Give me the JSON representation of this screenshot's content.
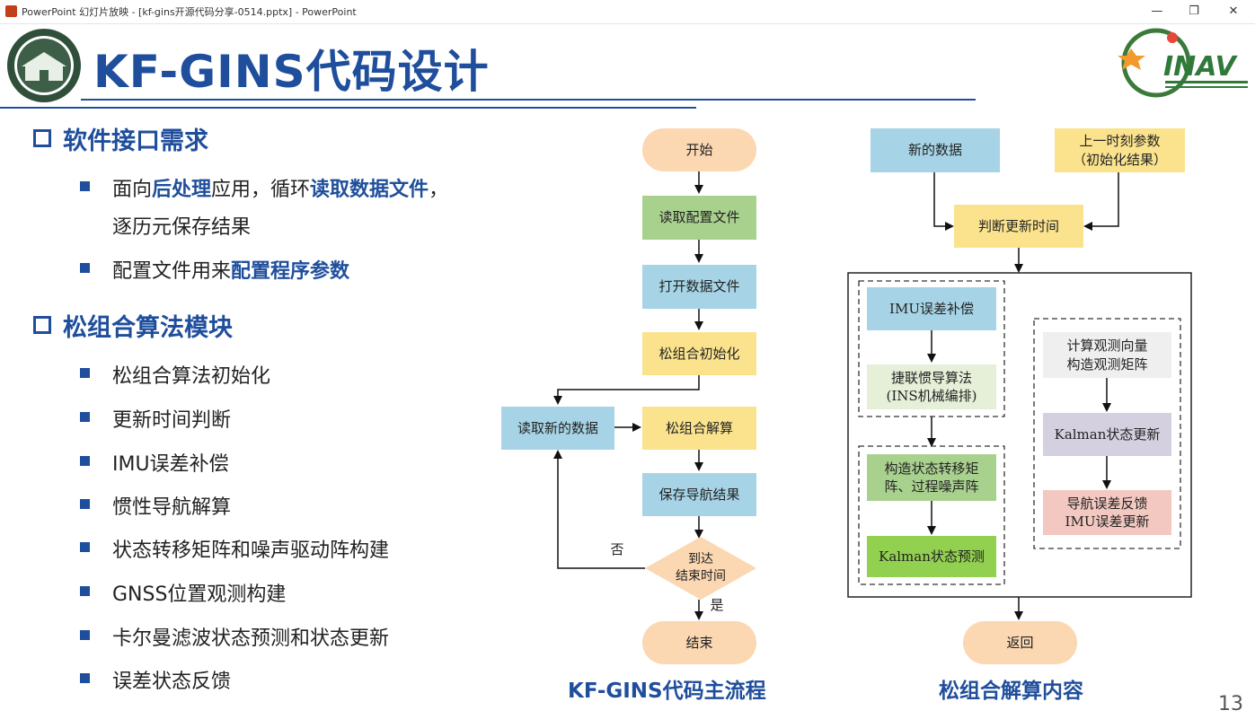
{
  "window": {
    "title": "PowerPoint 幻灯片放映 - [kf-gins开源代码分享-0514.pptx] - PowerPoint",
    "minimize_icon": "minimize-icon",
    "restore_icon": "restore-icon",
    "close_icon": "close-icon"
  },
  "slide": {
    "title": "KF-GINS代码设计",
    "page_number": "13",
    "sections": [
      {
        "heading": "软件接口需求",
        "bullets": [
          {
            "parts": [
              {
                "t": "面向",
                "hl": false
              },
              {
                "t": "后处理",
                "hl": true
              },
              {
                "t": "应用，循环",
                "hl": false
              },
              {
                "t": "读取数据文件",
                "hl": true
              },
              {
                "t": "，",
                "hl": false
              }
            ],
            "line2": "逐历元保存结果"
          },
          {
            "parts": [
              {
                "t": "配置文件用来",
                "hl": false
              },
              {
                "t": "配置程序参数",
                "hl": true
              }
            ]
          }
        ]
      },
      {
        "heading": "松组合算法模块",
        "bullets": [
          {
            "parts": [
              {
                "t": "松组合算法初始化",
                "hl": false
              }
            ]
          },
          {
            "parts": [
              {
                "t": "更新时间判断",
                "hl": false
              }
            ]
          },
          {
            "parts": [
              {
                "t": "IMU误差补偿",
                "hl": false
              }
            ]
          },
          {
            "parts": [
              {
                "t": "惯性导航解算",
                "hl": false
              }
            ]
          },
          {
            "parts": [
              {
                "t": "状态转移矩阵和噪声驱动阵构建",
                "hl": false
              }
            ]
          },
          {
            "parts": [
              {
                "t": "GNSS位置观测构建",
                "hl": false
              }
            ]
          },
          {
            "parts": [
              {
                "t": "卡尔曼滤波状态预测和状态更新",
                "hl": false
              }
            ]
          },
          {
            "parts": [
              {
                "t": "误差状态反馈",
                "hl": false
              }
            ]
          }
        ]
      }
    ],
    "main_flow": {
      "caption": "KF-GINS代码主流程",
      "start": "开始",
      "read_config": "读取配置文件",
      "open_data": "打开数据文件",
      "init": "松组合初始化",
      "read_new": "读取新的数据",
      "solve": "松组合解算",
      "save": "保存导航结果",
      "decision_l1": "到达",
      "decision_l2": "结束时间",
      "no": "否",
      "yes": "是",
      "end": "结束"
    },
    "solve_flow": {
      "caption": "松组合解算内容",
      "new_data": "新的数据",
      "prev_l1": "上一时刻参数",
      "prev_l2": "（初始化结果）",
      "judge": "判断更新时间",
      "imu_comp": "IMU误差补偿",
      "ins_l1": "捷联惯导算法",
      "ins_l2": "(INS机械编排)",
      "trans_l1": "构造状态转移矩",
      "trans_l2": "阵、过程噪声阵",
      "kf_predict": "Kalman状态预测",
      "obs_l1": "计算观测向量",
      "obs_l2": "构造观测矩阵",
      "kf_update": "Kalman状态更新",
      "fb_l1": "导航误差反馈",
      "fb_l2": "IMU误差更新",
      "return": "返回"
    },
    "logo_right_text": "INAV"
  },
  "colors": {
    "brand_blue": "#1f4e9c",
    "start_orange": "#fbd7b2",
    "green": "#a9d18e",
    "blue": "#a6d4e6",
    "yellow": "#fbe38e"
  }
}
